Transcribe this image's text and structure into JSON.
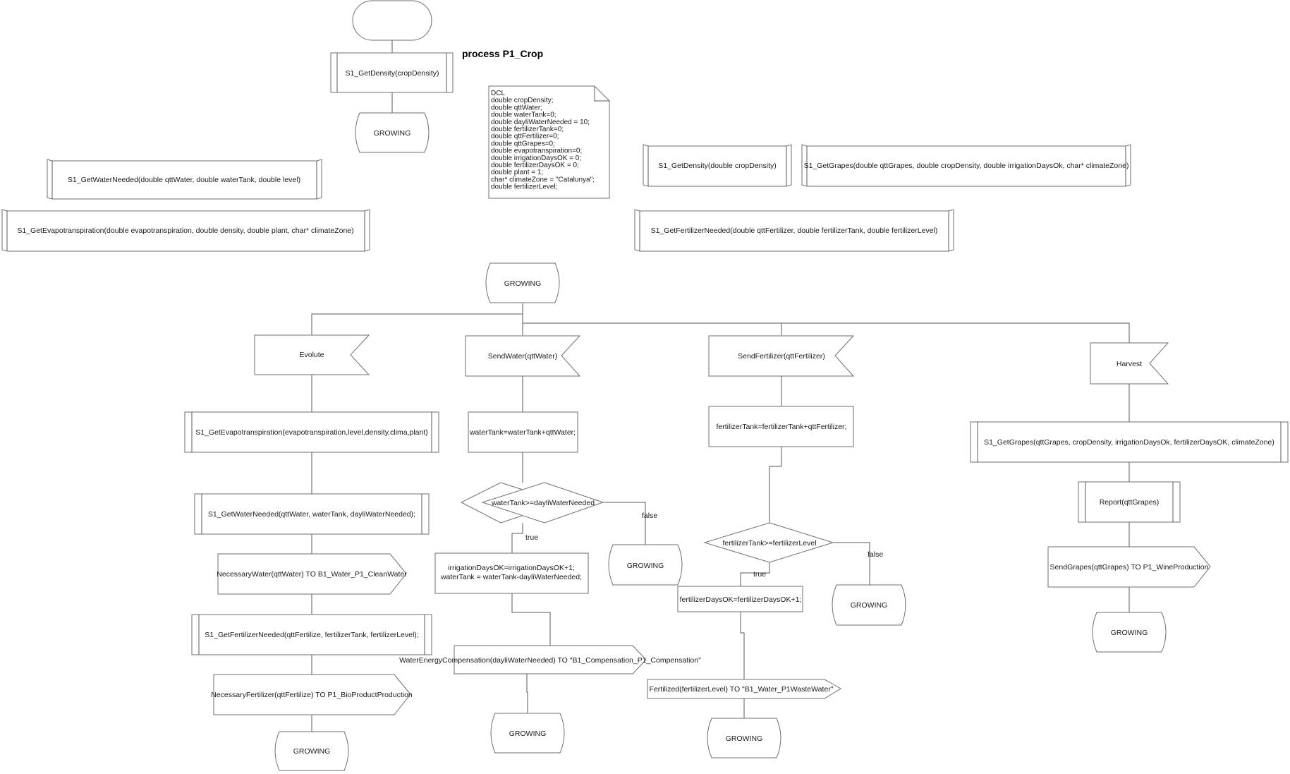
{
  "title": "process P1_Crop",
  "dcl": [
    "DCL",
    "double cropDensity;",
    "double qttWater;",
    "double waterTank=0;",
    "double dayliWaterNeeded = 10;",
    "double fertilizerTank=0;",
    "double qttFertilizer=0;",
    "double qttGrapes=0;",
    "double evapotranspiration=0;",
    "double irrigationDaysOK = 0;",
    "double fertilizerDaysOK = 0;",
    "double plant = 1;",
    "char* climateZone = \"Catalunya\";",
    "double fertilizerLevel;"
  ],
  "procedures": {
    "get_density": "S1_GetDensity(double cropDensity)",
    "get_grapes": "S1_GetGrapes(double qttGrapes, double cropDensity, double irrigationDaysOk, char* climateZone)",
    "get_fertilizer_needed": "S1_GetFertilizerNeeded(double qttFertilizer, double fertilizerTank, double fertilizerLevel)",
    "get_water_needed": "S1_GetWaterNeeded(double qttWater, double waterTank, double level)",
    "get_evapotranspiration": "S1_GetEvapotranspiration(double evapotranspiration, double density, double plant, char* climateZone)"
  },
  "flow": {
    "start": {
      "call": "S1_GetDensity(cropDensity)",
      "state": "GROWING"
    },
    "growing_state": "GROWING",
    "evolute": {
      "signal": "Evolute",
      "call1": "S1_GetEvapotranspiration(evapotranspiration,level,density,clima,plant)",
      "call2": "S1_GetWaterNeeded(qttWater, waterTank, dayliWaterNeeded);",
      "out1": "NecessaryWater(qttWater) TO B1_Water_P1_CleanWater",
      "call3": "S1_GetFertilizerNeeded(qttFertilize, fertilizerTank, fertilizerLevel);",
      "out2": "NecessaryFertilizer(qttFertilize) TO P1_BioProductProduction",
      "state": "GROWING"
    },
    "send_water": {
      "signal": "SendWater(qttWater)",
      "task": "waterTank=waterTank+qttWater;",
      "decision": "waterTank>=dayliWaterNeeded",
      "true_label": "true",
      "false_label": "false",
      "false_state": "GROWING",
      "task2_line1": "irrigationDaysOK=irrigationDaysOK+1;",
      "task2_line2": "waterTank = waterTank-dayliWaterNeeded;",
      "out": "WaterEnergyCompensation(dayliWaterNeeded) TO \"B1_Compensation_P1_Compensation\"",
      "state": "GROWING"
    },
    "send_fertilizer": {
      "signal": "SendFertilizer(qttFertilizer)",
      "task": "fertilizerTank=fertilizerTank+qttFertilizer;",
      "decision": "fertilizerTank>=fertilizerLevel",
      "true_label": "true",
      "false_label": "false",
      "false_state": "GROWING",
      "task2": "fertilizerDaysOK=fertilizerDaysOK+1;",
      "out": "Fertilized(fertilizerLevel) TO \"B1_Water_P1WasteWater\"",
      "state": "GROWING"
    },
    "harvest": {
      "signal": "Harvest",
      "call1": "S1_GetGrapes(qttGrapes, cropDensity, irrigationDaysOk, fertilizerDaysOK, climateZone)",
      "call2": "Report(qttGrapes)",
      "out": "SendGrapes(qttGrapes) TO P1_WineProduction",
      "state": "GROWING"
    }
  }
}
